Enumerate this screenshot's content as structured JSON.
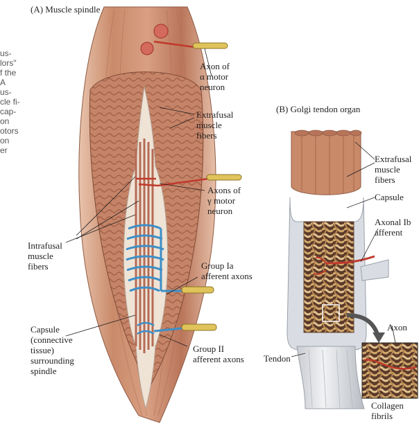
{
  "panels": {
    "a_title": "(A) Muscle spindle",
    "b_title": "(B) Golgi tendon organ"
  },
  "labels_a": {
    "alpha_axon": [
      "Axon of",
      "α motor",
      "neuron"
    ],
    "extrafusal": [
      "Extrafusal",
      "muscle",
      "fibers"
    ],
    "gamma_axons": [
      "Axons of",
      "γ motor",
      "neuron"
    ],
    "intrafusal": [
      "Intrafusal",
      "muscle",
      "fibers"
    ],
    "group_ia": [
      "Group Ia",
      "afferent axons"
    ],
    "capsule": [
      "Capsule",
      "(connective",
      "tissue)",
      "surrounding",
      "spindle"
    ],
    "group_ii": [
      "Group II",
      "afferent axons"
    ]
  },
  "labels_b": {
    "extrafusal": [
      "Extrafusal",
      "muscle",
      "fibers"
    ],
    "capsule": [
      "Capsule"
    ],
    "ib_afferent": [
      "Axonal Ib",
      "afferent"
    ],
    "axon": [
      "Axon"
    ],
    "tendon": [
      "Tendon"
    ],
    "collagen": [
      "Collagen",
      "fibrils"
    ]
  },
  "fragment_text": [
    "us-",
    "lors\"",
    "f the",
    "A",
    "us-",
    "cle fi-",
    "cap-",
    "on",
    "otors",
    "on",
    "er"
  ],
  "colors": {
    "muscle": "#c98a6a",
    "muscle_dark": "#9e5c43",
    "capsule": "#d9dde3",
    "sheath": "#e8c9a8",
    "blue_axon": "#3c8fc8",
    "red_axon": "#c0392b",
    "axon_yellow": "#e0c35a"
  }
}
